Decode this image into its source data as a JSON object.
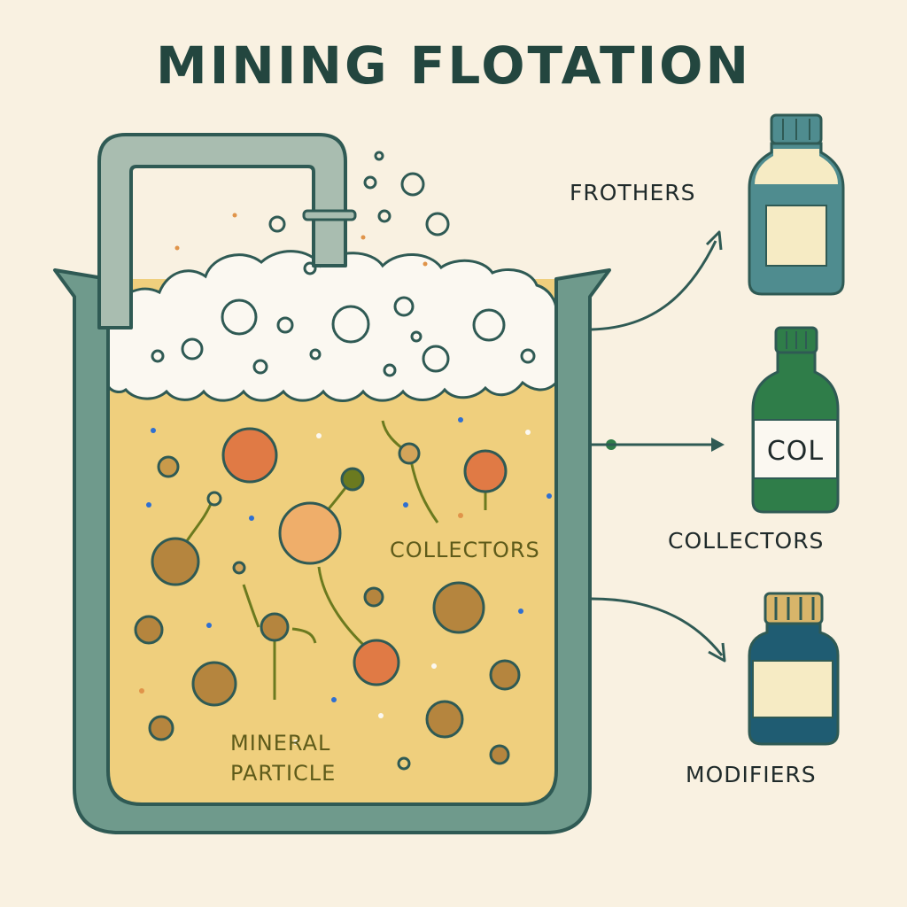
{
  "title": "MINING FLOTATION",
  "labels": {
    "frothers": "FROTHERS",
    "collectors_side": "COLLECTORS",
    "modifiers": "MODIFIERS",
    "collectors_tank": "COLLECTORS",
    "mineral_line1": "MINERAL",
    "mineral_line2": "PARTICLE"
  },
  "bottles": {
    "collector_tag": "COL"
  },
  "colors": {
    "background": "#f9f1e1",
    "tank": "#6f9a8c",
    "tank_outline": "#2f5a54",
    "slurry": "#efcf7d",
    "froth": "#fbf8f1",
    "bottle_teal": "#4f8c8f",
    "bottle_green": "#2f7d49",
    "bottle_blue": "#1f5c72",
    "particle_orange": "#e07a45",
    "particle_brown": "#b5853e",
    "arrow": "#2f5a54"
  }
}
